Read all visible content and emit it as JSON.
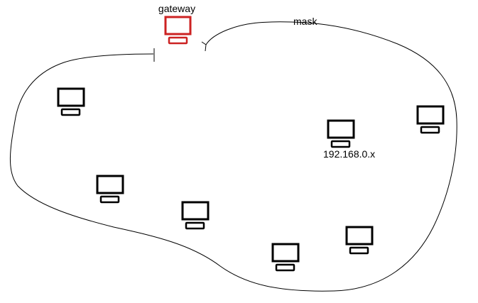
{
  "labels": {
    "gateway": "gateway",
    "mask": "mask",
    "ip_address": "192.168.0.x"
  },
  "colors": {
    "gateway": "#cc2222",
    "host": "#000000",
    "outline": "#000000"
  },
  "hosts": [
    {
      "id": "host-1"
    },
    {
      "id": "host-2"
    },
    {
      "id": "host-3"
    },
    {
      "id": "host-4"
    },
    {
      "id": "host-5"
    },
    {
      "id": "host-6"
    },
    {
      "id": "host-7"
    },
    {
      "id": "host-8"
    }
  ],
  "icons": {
    "gateway": "computer-icon",
    "host": "computer-icon"
  }
}
